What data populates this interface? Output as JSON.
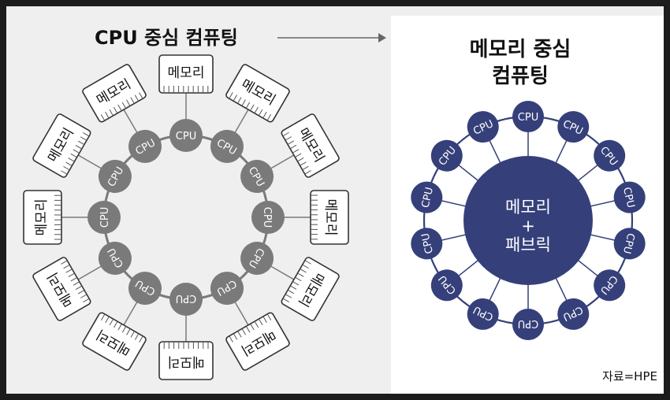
{
  "left": {
    "title": "CPU 중심 컴퓨팅",
    "cpu_label": "CPU",
    "memory_label": "메모리",
    "cpu_count": 12,
    "memory_count": 12
  },
  "right": {
    "title_line1": "메모리 중심",
    "title_line2": "컴퓨팅",
    "hub_line1": "메모리",
    "hub_line2": "+",
    "hub_line3": "패브릭",
    "cpu_label": "CPU",
    "cpu_count": 14
  },
  "source": "자료=HPE",
  "colors": {
    "cpu_left": "#7a7a7a",
    "cpu_right": "#35407a",
    "ring_left": "#7a7a7a",
    "ring_right": "#35407a",
    "memory_fill": "#ffffff",
    "memory_stroke": "#333333"
  }
}
